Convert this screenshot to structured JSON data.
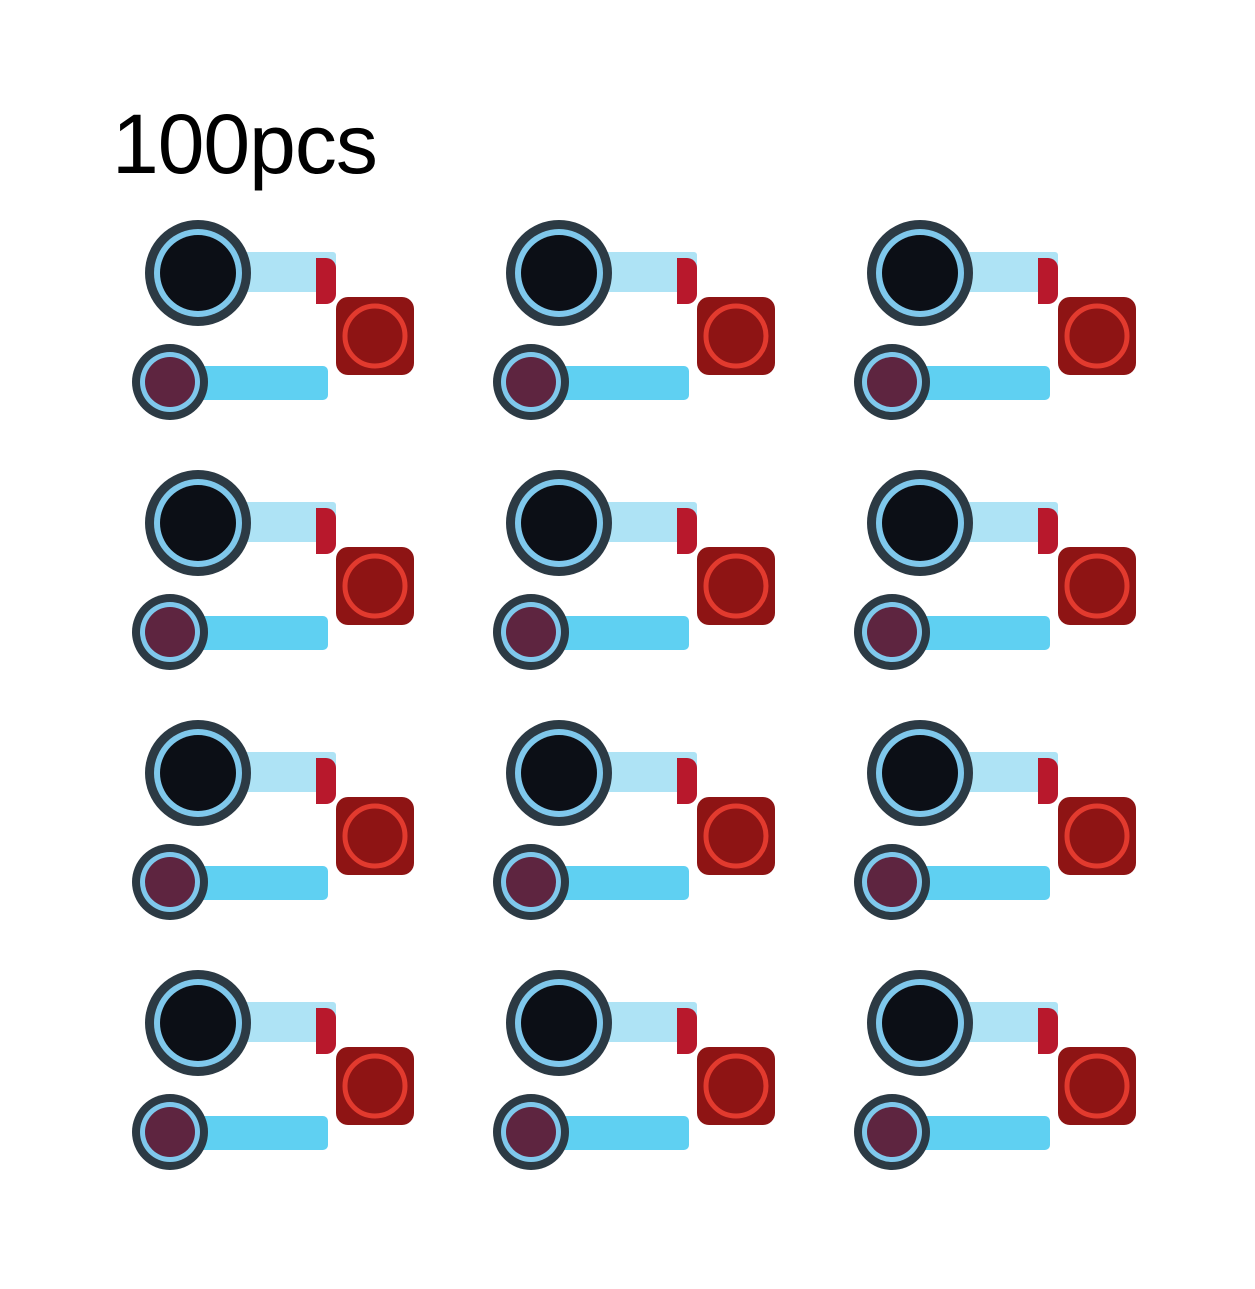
{
  "product": {
    "quantity_label": "100pcs"
  },
  "sticker_grid": {
    "rows": 4,
    "columns": 3,
    "set_contents": [
      "large-lens-sticker-icon",
      "small-lens-sticker-icon",
      "red-square-sticker-icon"
    ]
  },
  "colors": {
    "background": "#ffffff",
    "label_text": "#000000",
    "lens_black": "#0c0f16",
    "ring_dark": "#2c3a44",
    "ring_light_blue": "#7fc8ec",
    "film_light_blue": "#aee3f5",
    "film_cyan": "#5fd0f2",
    "tab_red": "#b8182c",
    "square_red": "#8e1414",
    "square_ring_red": "#e23a2e",
    "small_lens_maroon": "#5e2540"
  }
}
